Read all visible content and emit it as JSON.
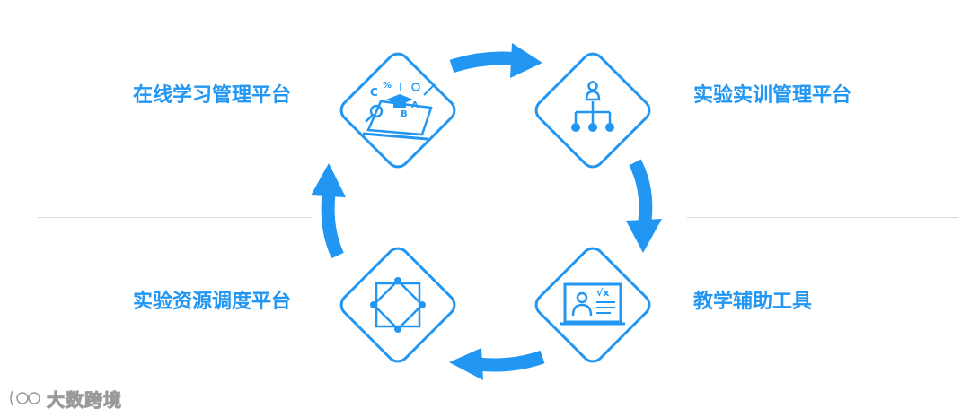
{
  "nodes": {
    "top_left": {
      "label": "在线学习管理平台",
      "icon": "online-learning-icon"
    },
    "top_right": {
      "label": "实验实训管理平台",
      "icon": "org-hierarchy-icon"
    },
    "bottom_right": {
      "label": "教学辅助工具",
      "icon": "teacher-screen-icon"
    },
    "bottom_left": {
      "label": "实验资源调度平台",
      "icon": "network-nodes-icon"
    }
  },
  "watermark": {
    "text": "大数跨境",
    "icon": "brand-logo-icon"
  },
  "colors": {
    "accent": "#2196f3",
    "divider": "#d9d9d9",
    "watermark_stroke": "#9a9a9a"
  }
}
